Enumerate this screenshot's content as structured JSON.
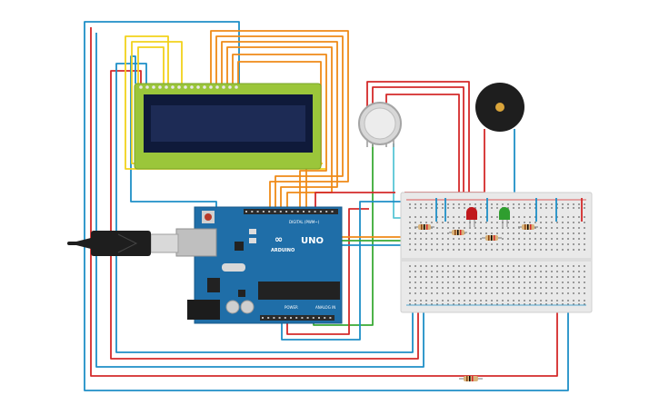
{
  "arduino": {
    "logo_text": "ARDUINO",
    "model_text": "UNO",
    "digital_label": "DIGITAL (PWM~)",
    "power_label": "POWER",
    "analog_label": "ANALOG IN"
  },
  "colors": {
    "wire_red": "#d42a2a",
    "wire_blue": "#1e8fc7",
    "wire_orange": "#ef8a17",
    "wire_yellow": "#f2d21b",
    "wire_green": "#3aaa35",
    "wire_teal": "#59c6d6",
    "board_blue": "#1f6ea8",
    "lcd_green": "#9bc63a",
    "lcd_screen": "#1d2b55",
    "breadboard": "#e9e9e9",
    "led_red": "#c0181c",
    "led_green": "#2f9e2f",
    "buzzer_body": "#1e1e1e",
    "buzzer_dot": "#d9a43a"
  },
  "components": {
    "lcd": "16x2 character LCD",
    "gas_sensor": "gas sensor",
    "buzzer": "piezo buzzer",
    "led_red": "red LED",
    "led_green": "green LED",
    "usb": "USB cable"
  }
}
